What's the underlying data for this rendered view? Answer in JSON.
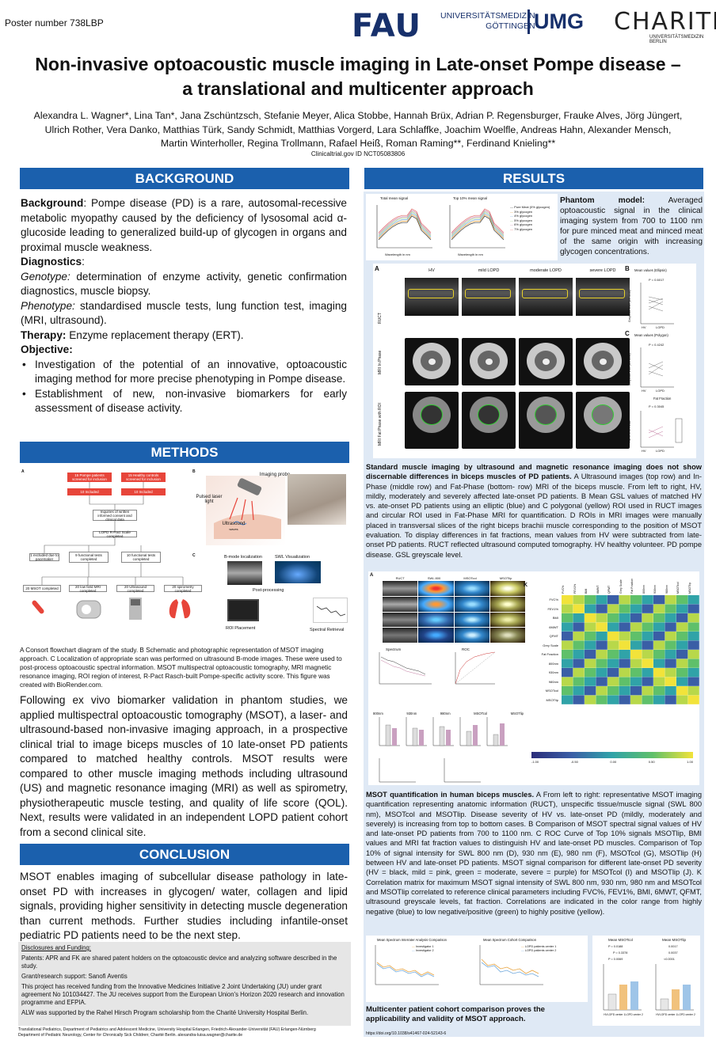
{
  "header": {
    "poster_number": "Poster number 738LBP",
    "logos": {
      "fau": "FAU",
      "umed_line1": "UNIVERSITÄTSMEDIZIN",
      "umed_line2": "GÖTTINGEN",
      "umg": "UMG",
      "charite": "CHARITÉ",
      "charite_sub": "UNIVERSITÄTSMEDIZIN BERLIN"
    },
    "title_line1": "Non-invasive optoacoustic muscle imaging in Late-onset Pompe disease –",
    "title_line2": "a translational and multicenter approach",
    "authors_line1": "Alexandra L. Wagner*, Lina Tan*, Jana Zschüntzsch, Stefanie Meyer, Alica Stobbe, Hannah Brüx, Adrian P. Regensburger, Frauke Alves, Jörg Jüngert,",
    "authors_line2": "Ulrich Rother, Vera Danko, Matthias Türk, Sandy Schmidt, Matthias Vorgerd, Lara Schlaffke, Joachim Woelfle, Andreas Hahn, Alexander Mensch,",
    "authors_line3": "Martin Winterholler, Regina Trollmann, Rafael Heiß, Roman Raming**, Ferdinand Knieling**",
    "trial": "Clinicaltrial.gov ID NCT05083806"
  },
  "background": {
    "heading": "BACKGROUND",
    "bg_label": "Background",
    "bg_text": ": Pompe disease (PD) is a rare, autosomal-recessive metabolic myopathy caused by the deficiency of lysosomal acid α- glucoside leading to generalized build-up of glycogen in organs and proximal muscle weakness.",
    "diag_label": "Diagnostics",
    "diag_colon": ":",
    "genotype_label": "Genotype:",
    "genotype_text": " determination of enzyme activity, genetic confirmation diagnostics, muscle biopsy.",
    "phenotype_label": "Phenotype:",
    "phenotype_text": " standardised muscle tests, lung function test, imaging (MRI, ultrasound).",
    "therapy_label": "Therapy:",
    "therapy_text": " Enzyme replacement therapy (ERT).",
    "objective_label": "Objective:",
    "objectives": [
      "Investigation of the potential of an innovative, optoacoustic imaging method for more precise phenotyping in Pompe disease.",
      "Establishment of new, non-invasive biomarkers for early assessment of disease activity."
    ]
  },
  "methods": {
    "heading": "METHODS",
    "panel_a": "A",
    "panel_b": "B",
    "panel_c": "C",
    "flow_lopd_screen": "15 Pompe patients screened for inclusion",
    "flow_hv_screen": "15 Healthy controls screened for inclusion",
    "flow_lopd_incl": "10 Included",
    "flow_hv_incl": "10 Included",
    "flow_inquiry": "Inquiries of written informed consent and clinical data",
    "flow_rpact": "LOPD R-Pact Scale completed",
    "flow_excluded": "1 excluded due to pacemaker",
    "flow_funct": "9 functional tests completed",
    "flow_funct2": "10 functional tests completed",
    "flow_msot": "20 MSOT completed",
    "flow_mri": "20 low field MRI completed",
    "flow_us": "20 Ultrasound completed",
    "flow_spiro": "20 spirometry completed",
    "b_imaging_probe": "Imaging probe",
    "b_pulsed_laser": "Pulsed laser light",
    "b_ultrasound": "Ultrasound",
    "b_ultrasound_sub": "waves",
    "c_bmode": "B-mode localization",
    "c_swl": "SWL Visualization",
    "c_post": "Post-processing",
    "c_roi": "ROI Placement",
    "c_spectral": "Spectral Retrieval",
    "caption": "A Consort flowchart diagram of the study. B Schematic and photographic representation of MSOT imaging approach. C Localization of appropriate scan was performed on ultrasound B-mode images. These were used to post-process optoacoustic spectral information. MSOT multispectral optoacoustic tomography, MRI magnetic resonance imaging, ROI region of interest, R-Pact Rasch-built Pompe-specific activity score. This figure was created with BioRender.com.",
    "text": "Following ex vivo biomarker validation in phantom studies, we applied multispectral optoacoustic tomography (MSOT), a laser- and ultrasound-based non-invasive imaging approach, in a prospective clinical trial to image biceps muscles of 10 late-onset PD patients compared to matched healthy controls. MSOT results were compared to other muscle imaging methods including ultrasound (US) and magnetic resonance imaging (MRI) as well as spirometry, physiotherapeutic muscle testing, and quality of life score (QOL). Next, results were validated in an independent LOPD patient cohort from a second clinical site."
  },
  "conclusion": {
    "heading": "CONCLUSION",
    "text": "MSOT enables imaging of subcellular disease pathology in late-onset PD with increases in glycogen/ water, collagen and lipid signals, providing higher sensitivity in detecting muscle degeneration than current methods. Further studies including infantile-onset pediatric PD patients need to be the next step.",
    "disclosures_title": "Disclosures and Funding:",
    "disclosure_1": "Patents: APR and FK are shared patent holders on the optoacoustic device and analyzing software described in the study.",
    "disclosure_2": "Grant/research support: Sanofi Aventis",
    "disclosure_3": "This project has received funding from the Innovative Medicines Initiative 2 Joint Undertaking (JU) under grant agreement No 101034427. The JU receives support from the European Union's Horizon 2020 research and innovation programme and EFPIA.",
    "disclosure_4": "ALW was supported by the Rahel Hirsch Program scholarship from the Charité University Hospital Berlin.",
    "footer_1": "Translational Pediatrics, Department of Pediatrics and Adolescent Medicine, University Hospital Erlangen, Friedrich-Alexander-Universität (FAU) Erlangen-Nürnberg",
    "footer_2": "Department of Pediatric Neurology, Center for Chronically Sick Children; Charité Berlin. alexandra-luisa.wagner@charite.de"
  },
  "results": {
    "heading": "RESULTS",
    "phantom_title": "Phantom model:",
    "phantom_text": "Averaged optoacoustic signal in the clinical imaging system from 700 to 1100 nm for pure minced meat and minced meat of the same origin with increasing glycogen concentrations.",
    "phantom_chart1_title": "Total mean signal",
    "phantom_chart2_title": "Top 10% mean signal",
    "phantom_xlabel": "Wavelength in nm",
    "phantom_legend": [
      "Pure Meat (0% glycogen)",
      "3% glycogen",
      "4% glycogen",
      "5% glycogen",
      "6% glycogen",
      "7% glycogen"
    ],
    "phantom_colors": [
      "#333333",
      "#e8a23c",
      "#6fa8dc",
      "#93c47d",
      "#c27ba0",
      "#e06666"
    ],
    "fig2_a": "A",
    "fig2_cols": [
      "HV",
      "mild LOPD",
      "moderate LOPD",
      "severe LOPD"
    ],
    "fig2_rows": [
      "RUCT",
      "MRI In Phase",
      "MRI Fat Phase with ROI"
    ],
    "fig2_b": "B",
    "fig2_b_title": "Mean values (Ellipsis)",
    "fig2_b_p": "P = 0.6017",
    "fig2_c": "C",
    "fig2_c_title": "Mean values (Polygon)",
    "fig2_c_p": "P = 0.4242",
    "fig2_d": "D",
    "fig2_d_title": "Fat Fraction",
    "fig2_d_p": "P = 0.3045",
    "fig2_ylabel_gsl": "Greyscale level (arb.units)",
    "fig2_ylabel_ff": "Fat in % of Tissue",
    "fig2_xlabels": [
      "HV",
      "LOPD"
    ],
    "caption2_bold": "Standard muscle imaging by ultrasound and magnetic resonance imaging does not show discernable differences in biceps muscles of PD patients.",
    "caption2_text": " A Ultrasound images (top row) and In-Phase (middle row) and Fat-Phase (bottom- row) MRI of the biceps muscle. From left to right, HV, mildly, moderately and severely affected late-onset PD patients. B Mean GSL values of matched HV vs. ate-onset PD patients using an elliptic (blue) and C polygonal (yellow) ROI used in RUCT images and circular ROI used in Fat-Phase MRI for quantification. D ROIs in MRI images were manually placed in transversal slices of the right biceps brachii muscle corresponding to the position of MSOT evaluation. To display differences in fat fractions, mean values from HV were subtracted from late-onset PD patients. RUCT reflected ultrasound computed tomography. HV healthy volunteer. PD pompe disease. GSL greyscale level.",
    "fig3_labels": [
      "RUCT",
      "SWL 800",
      "MSOTcol",
      "MSOTlip"
    ],
    "fig3_spectrum": "Spectrum",
    "fig3_roc": "ROC",
    "fig3_panels": [
      "800nm",
      "930nm",
      "980nm",
      "MSOTcol",
      "MSOTlip"
    ],
    "fig3_k": "K",
    "heatmap_rows": [
      "FVC%",
      "FEV1%",
      "BMI",
      "6MWT",
      "QFMT",
      "Grey Scale",
      "Fat Fraction",
      "800nm",
      "930nm",
      "980nm",
      "MSOTcol",
      "MSOTlip"
    ],
    "heatmap_scale": [
      "-1.00",
      "-0.50",
      "0.00",
      "0.50",
      "1.00"
    ],
    "caption3_bold": "MSOT quantification in human biceps muscles.",
    "caption3_text": " A From left to right: representative MSOT imaging quantification representing anatomic information (RUCT), unspecific tissue/muscle signal (SWL 800 nm), MSOTcol and MSOTlip. Disease severity of HV vs. late-onset PD (mildly, moderately and severely) is increasing from top to bottom cases. B Comparison of MSOT spectral signal values of HV and late-onset PD patients from 700 to 1100 nm. C ROC Curve of Top 10% signals MSOTlip, BMI values and MRI fat fraction values to distinguish HV and late-onset PD muscles. Comparison of Top 10% of signal intensity for SWL 800 nm (D), 930 nm (E), 980 nm (F), MSOTcol (G), MSOTlip (H) between HV and late-onset PD patients. MSOT signal comparison for different late-onset PD severity (HV = black, mild = pink, green = moderate, severe = purple) for MSOTcol (I) and MSOTlip (J). K Correlation matrix for maximum MSOT signal intensity of SWL 800 nm, 930 nm, 980 nm and MSOTcol and MSOTlip correlated to reference clinical parameters including FVC%, FEV1%, BMI, 6MWT, QFMT, ultrasound greyscale levels, fat fraction. Correlations are indicated in the color range from highly negative (blue) to low negative/positive (green) to highly positive (yellow).",
    "multi_chart1_title": "Mean Spectrum Interrater Analysis Comparison",
    "multi_chart2_title": "Mean Spectrum Cohort Comparison",
    "multi_legend1": [
      "Investigator 1",
      "Investigator 2"
    ],
    "multi_legend2": [
      "LOPD patients center 1",
      "LOPD patients center 2"
    ],
    "multi_chart3_title": "Mean MSOTcol",
    "multi_chart4_title": "Mean MSOTlip",
    "multi_p1": "P = 0.0188",
    "multi_p2": "P = 0.3378",
    "multi_p3": "P = 0.0069",
    "multi_p4": "0.0017",
    "multi_p5": "0.0037",
    "multi_p6": "<0.0001",
    "multi_xlabels": [
      "HV",
      "LOPD center 1",
      "LOPD center 2"
    ],
    "multi_caption": "Multicenter patient cohort comparison proves the applicability and validity of MSOT approach.",
    "doi": "https://doi.org/10.1038/s41467-024-52143-6"
  }
}
